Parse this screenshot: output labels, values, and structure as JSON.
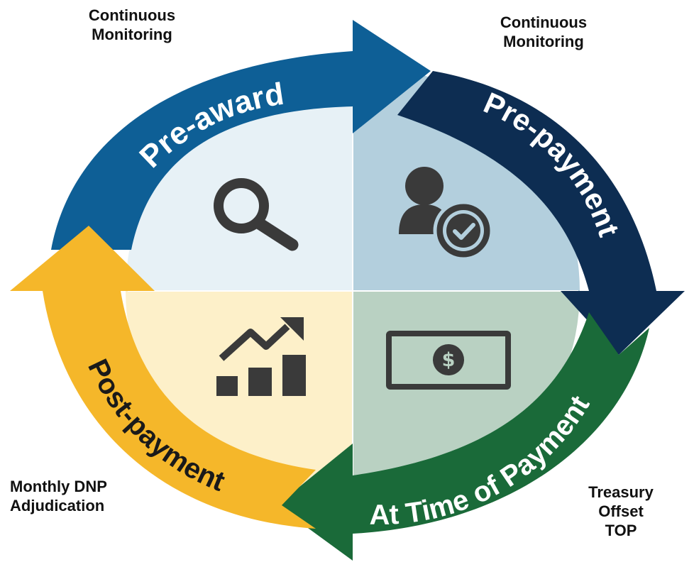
{
  "stages": {
    "pre_award": {
      "label": "Pre-award",
      "color": "#0e5f96",
      "quad_color": "#e7f1f6"
    },
    "pre_payment": {
      "label": "Pre-payment",
      "color": "#0d2d52",
      "quad_color": "#b3cfdd"
    },
    "at_time_of_payment": {
      "label": "At Time of Payment",
      "color": "#1a6a39",
      "quad_color": "#b9d1c2"
    },
    "post_payment": {
      "label": "Post-payment",
      "color": "#f5b72a",
      "quad_color": "#fdf0c9"
    }
  },
  "notes": {
    "top_left": [
      "Continuous",
      "Monitoring"
    ],
    "top_right": [
      "Continuous",
      "Monitoring"
    ],
    "bottom_left": [
      "Monthly DNP",
      "Adjudication"
    ],
    "bottom_right": [
      "Treasury",
      "Offset",
      "TOP"
    ]
  },
  "icons": {
    "pre_award": "magnifying-glass-icon",
    "pre_payment": "verified-user-icon",
    "at_time_of_payment": "dollar-bill-icon",
    "post_payment": "growth-chart-icon",
    "icon_color": "#3a3a3a"
  }
}
